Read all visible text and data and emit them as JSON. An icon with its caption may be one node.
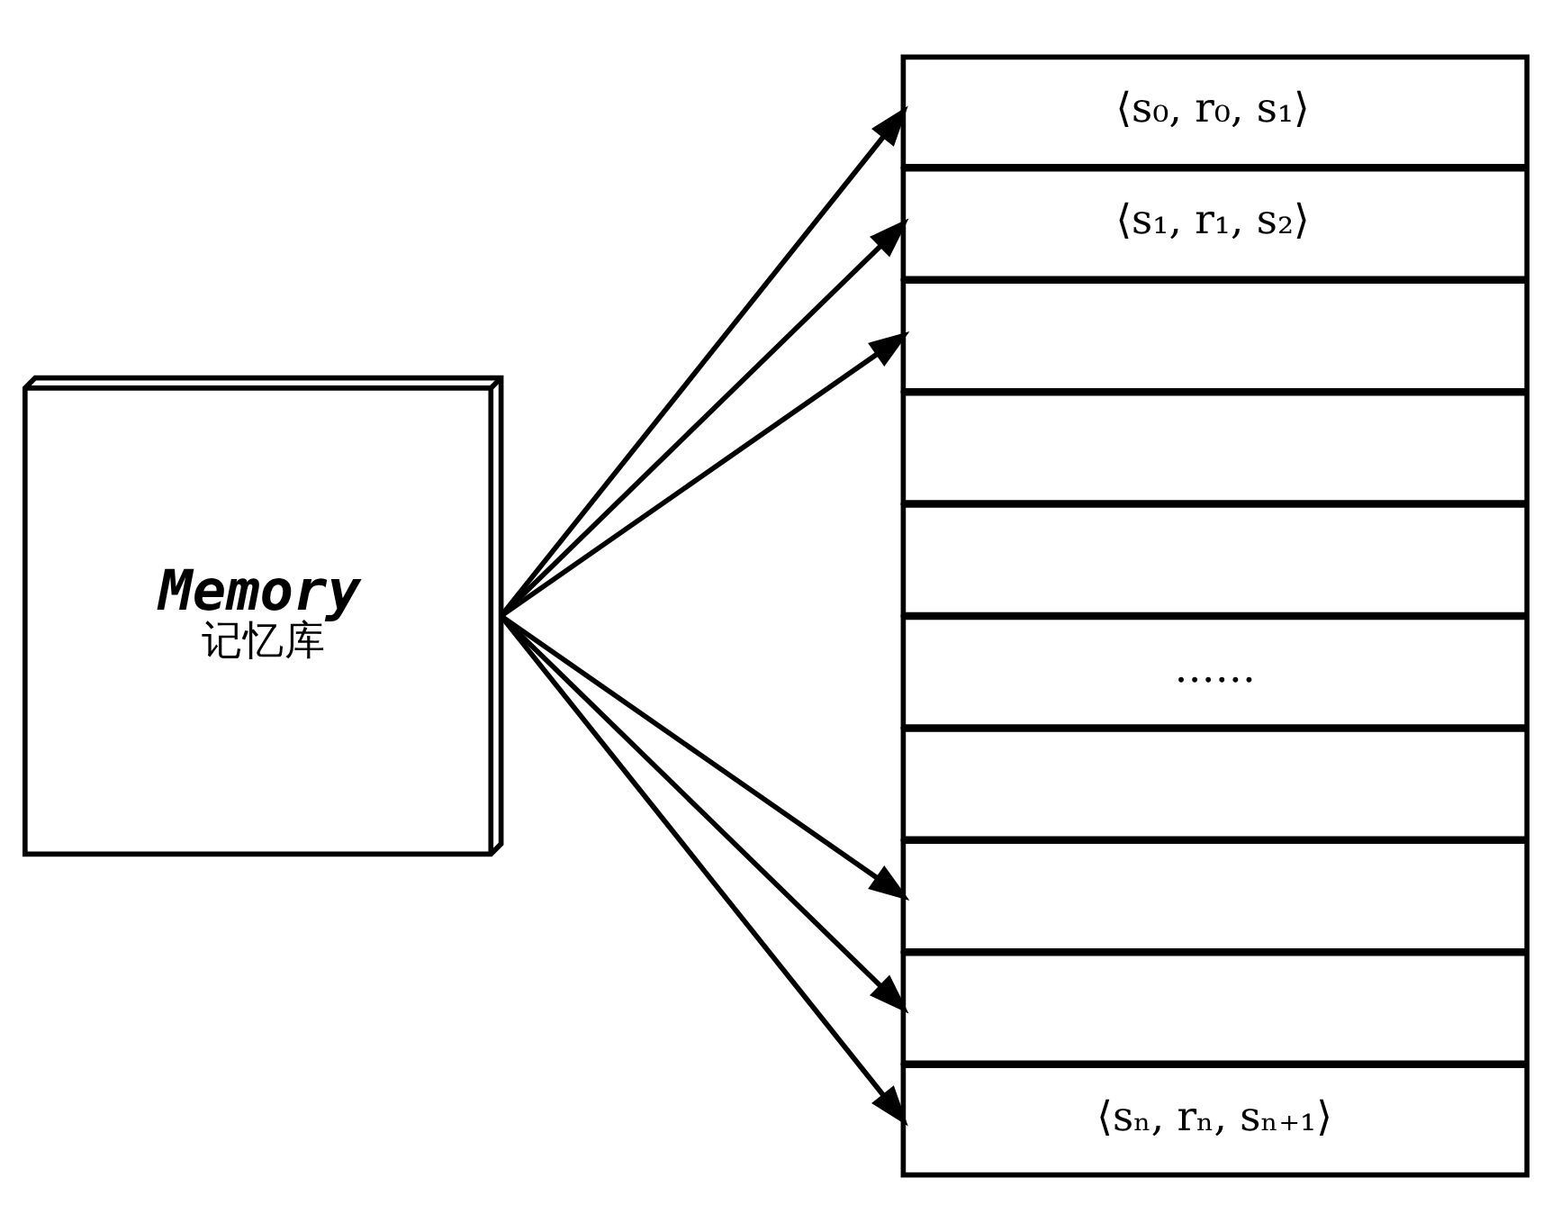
{
  "diagram": {
    "nodes": [
      {
        "text": [
          "Memory",
          "记忆库"
        ]
      },
      {
        "text": [
          "⟨s₀, r₀, s₁⟩"
        ]
      },
      {
        "text": [
          "⟨s₁, r₁, s₂⟩"
        ]
      },
      {
        "text": [],
        "shape": "box"
      },
      {
        "text": [],
        "shape": "box"
      },
      {
        "text": [],
        "shape": "box"
      },
      {
        "text": [
          "……"
        ]
      },
      {
        "text": [],
        "shape": "box"
      },
      {
        "text": [],
        "shape": "box"
      },
      {
        "text": [],
        "shape": "box"
      },
      {
        "text": [
          "⟨sₙ, rₙ, sₙ₊₁⟩"
        ]
      }
    ],
    "edges": [
      {
        "from": 0,
        "to": 1,
        "arrow": "to"
      },
      {
        "from": 0,
        "to": 2,
        "arrow": "to"
      },
      {
        "from": 0,
        "to": 3,
        "arrow": "to"
      },
      {
        "from": 0,
        "to": 8,
        "arrow": "to"
      },
      {
        "from": 0,
        "to": 9,
        "arrow": "to"
      },
      {
        "from": 0,
        "to": 10,
        "arrow": "to"
      }
    ]
  }
}
